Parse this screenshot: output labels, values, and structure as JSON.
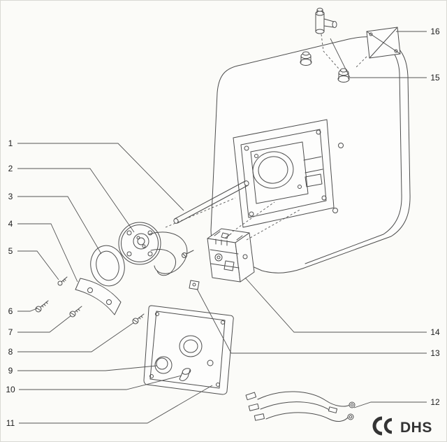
{
  "diagram": {
    "callouts": [
      {
        "number": "1"
      },
      {
        "number": "2"
      },
      {
        "number": "3"
      },
      {
        "number": "4"
      },
      {
        "number": "5"
      },
      {
        "number": "6"
      },
      {
        "number": "7"
      },
      {
        "number": "8"
      },
      {
        "number": "9"
      },
      {
        "number": "10"
      },
      {
        "number": "11"
      },
      {
        "number": "12"
      },
      {
        "number": "13"
      },
      {
        "number": "14"
      },
      {
        "number": "15"
      },
      {
        "number": "16"
      }
    ],
    "logo_text": "DHS"
  }
}
